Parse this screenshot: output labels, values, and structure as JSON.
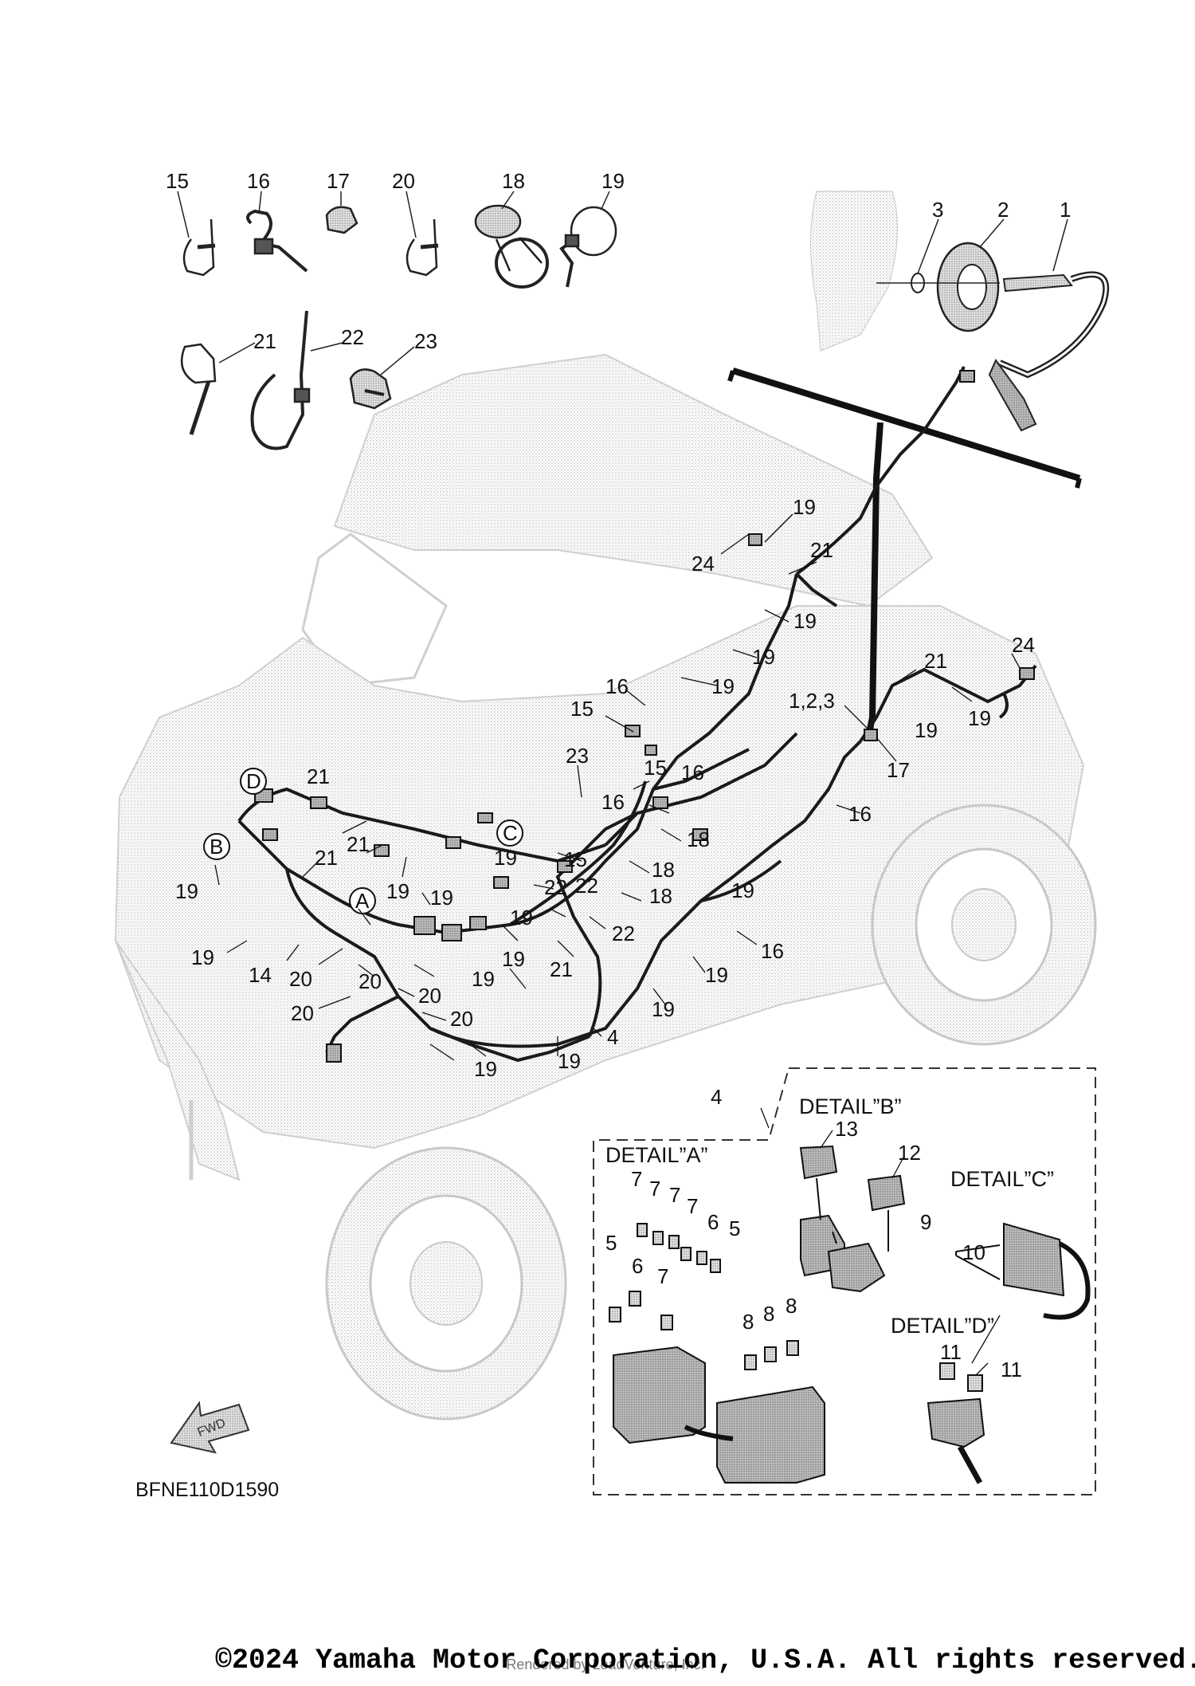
{
  "parts": {
    "top_row": [
      "15",
      "16",
      "17",
      "20",
      "18",
      "19"
    ],
    "second_row": [
      "21",
      "22",
      "23"
    ],
    "grommet": [
      "3",
      "2",
      "1"
    ]
  },
  "callouts": {
    "harness_right": [
      "19",
      "24",
      "21",
      "19",
      "19",
      "19",
      "1,2,3",
      "21",
      "24",
      "19",
      "19",
      "17",
      "16",
      "16",
      "19",
      "19",
      "19",
      "19",
      "4"
    ],
    "harness_center": [
      "16",
      "15",
      "23",
      "15",
      "16",
      "16",
      "18",
      "18",
      "18",
      "15",
      "22",
      "22",
      "22",
      "19",
      "21",
      "19",
      "19"
    ],
    "harness_left": [
      "21",
      "21",
      "19",
      "19",
      "21",
      "19",
      "19",
      "14",
      "20",
      "20",
      "20",
      "20",
      "20",
      "19",
      "19"
    ],
    "circle_labels": [
      "D",
      "B",
      "A",
      "C"
    ]
  },
  "details": {
    "frame_ref": "4",
    "a": {
      "title": "DETAIL”A”",
      "labels": [
        "7",
        "7",
        "7",
        "7",
        "5",
        "6",
        "6",
        "5",
        "7",
        "8",
        "8",
        "8"
      ]
    },
    "b": {
      "title": "DETAIL”B”",
      "labels": [
        "13",
        "12"
      ]
    },
    "c": {
      "title": "DETAIL”C”",
      "labels": [
        "9",
        "10"
      ]
    },
    "d": {
      "title": "DETAIL”D”",
      "labels": [
        "11",
        "11"
      ]
    }
  },
  "arrow_label": "FWD",
  "diagram_code": "BFNE110D1590",
  "copyright": "©2024 Yamaha Motor Corporation, U.S.A. All rights reserved.",
  "rendered_by": "Rendered by LeadVenture, Inc."
}
